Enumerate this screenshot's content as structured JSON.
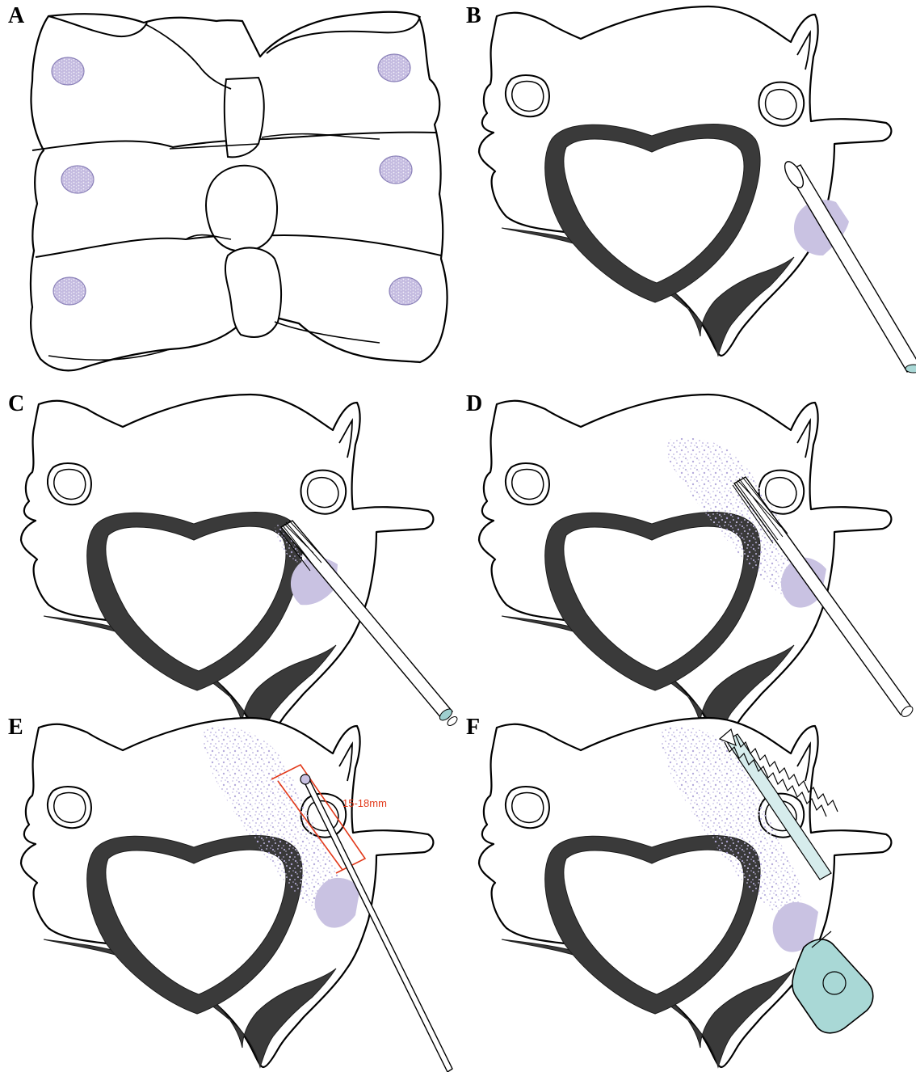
{
  "panels": {
    "a": {
      "label": "A"
    },
    "b": {
      "label": "B"
    },
    "c": {
      "label": "C"
    },
    "d": {
      "label": "D"
    },
    "e": {
      "label": "E",
      "measurement": "15-18mm"
    },
    "f": {
      "label": "F"
    }
  },
  "colors": {
    "bone_outline": "#000000",
    "cortex": "#3a3a3a",
    "bone_graft": "#c9c2e2",
    "measurement": "#e23a1b",
    "screw_head": "#a9d8d6"
  }
}
